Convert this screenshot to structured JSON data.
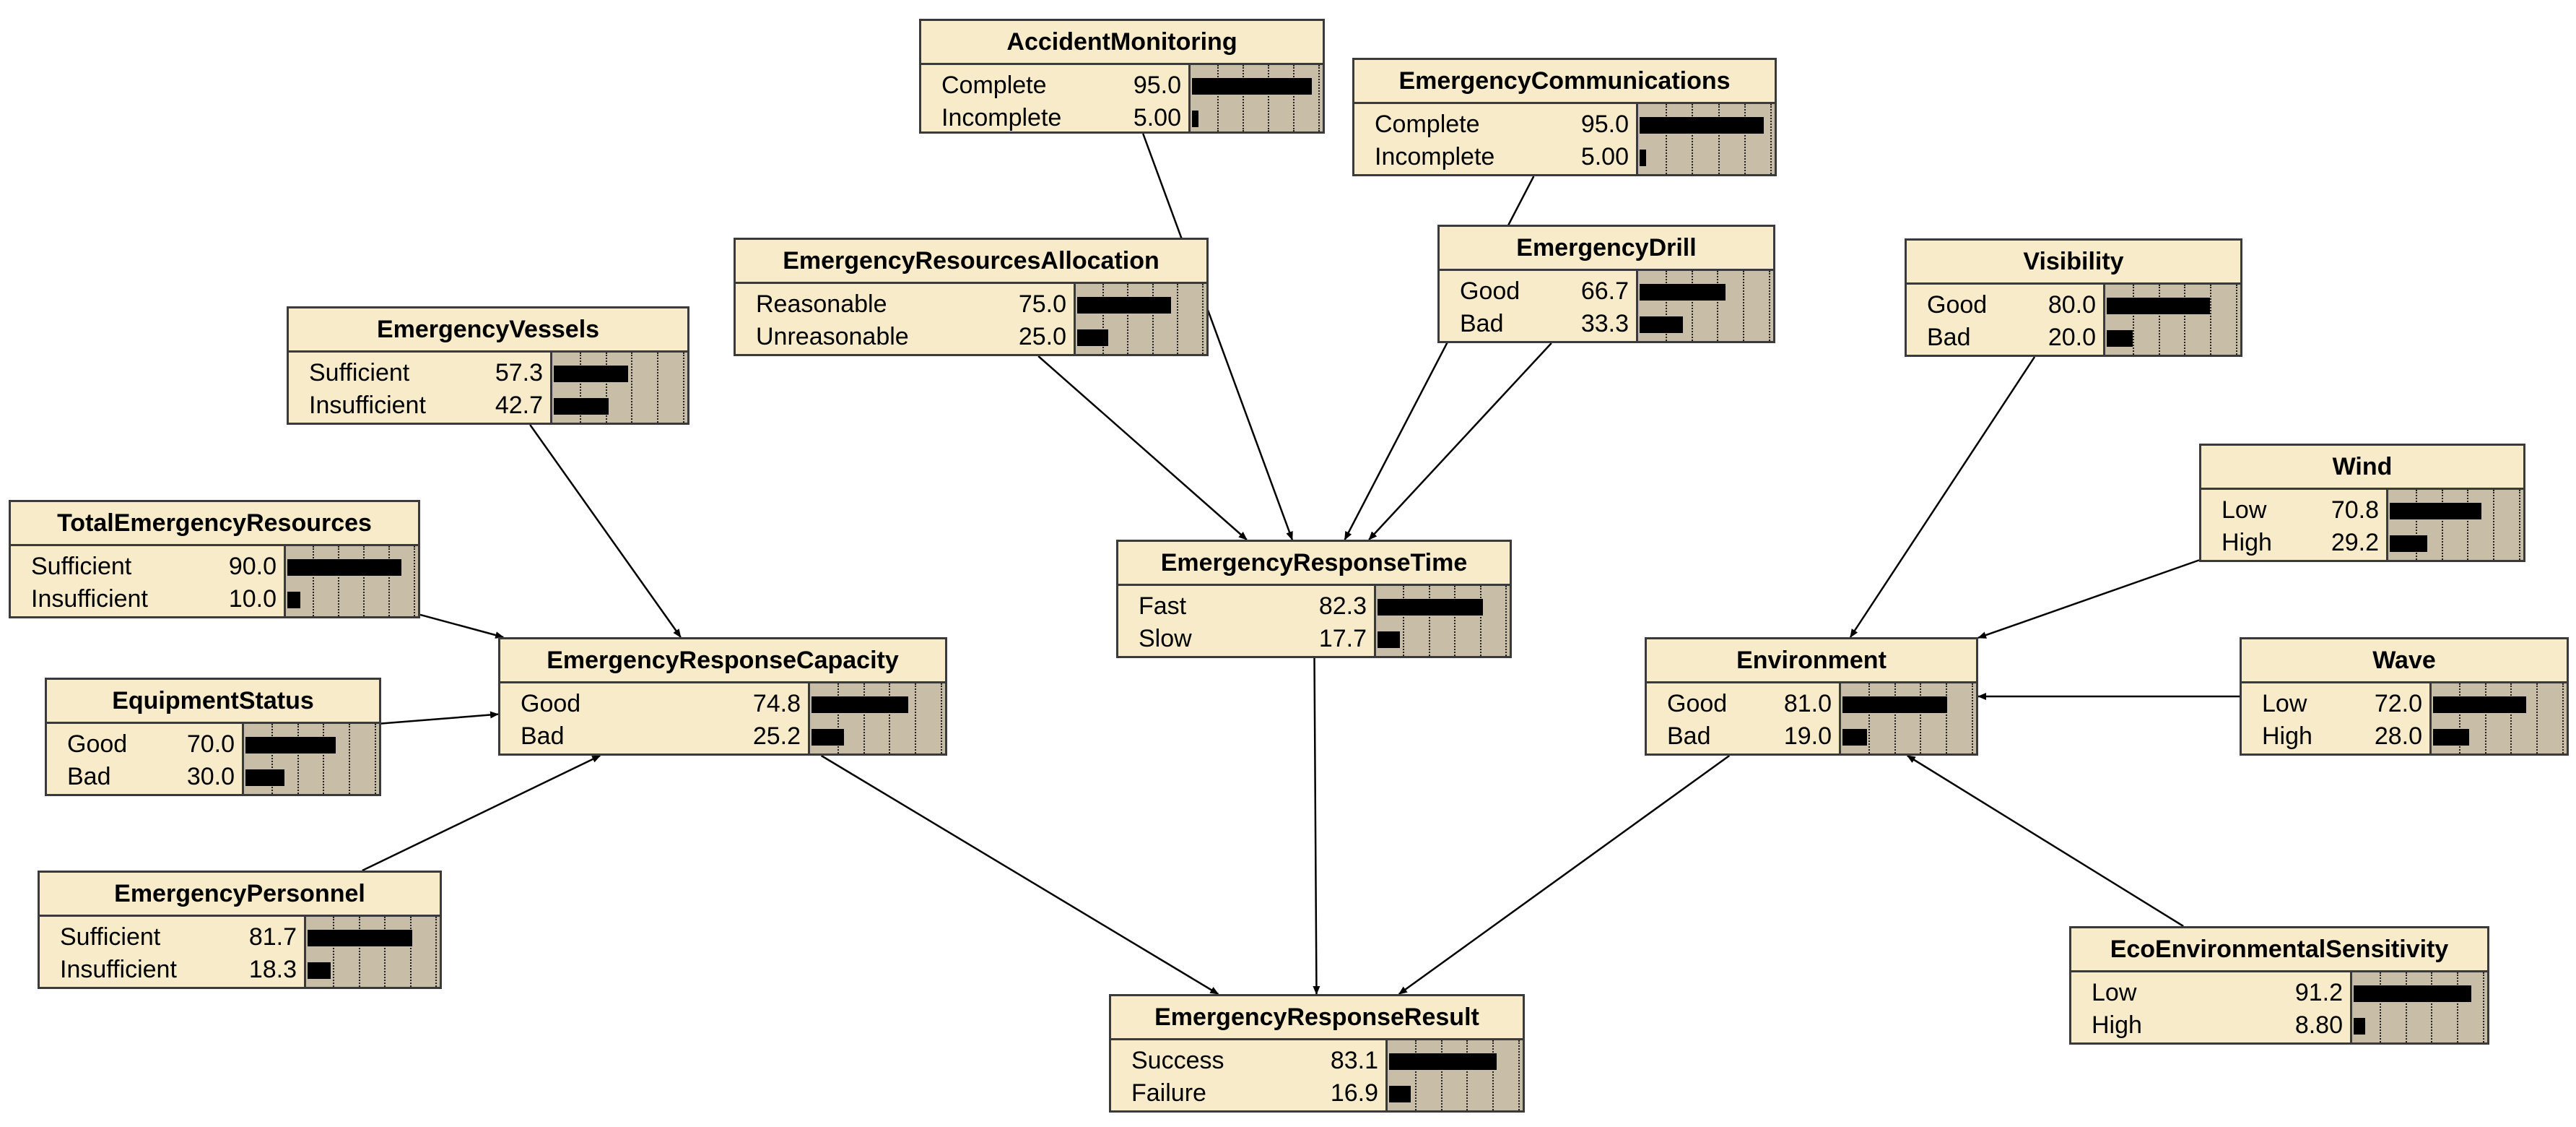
{
  "nodes": [
    {
      "id": "accident_monitoring",
      "title": "AccidentMonitoring",
      "states": [
        {
          "name": "Complete",
          "value": "95.0",
          "pct": 95.0
        },
        {
          "name": "Incomplete",
          "value": "5.00",
          "pct": 5.0
        }
      ]
    },
    {
      "id": "emergency_communications",
      "title": "EmergencyCommunications",
      "states": [
        {
          "name": "Complete",
          "value": "95.0",
          "pct": 95.0
        },
        {
          "name": "Incomplete",
          "value": "5.00",
          "pct": 5.0
        }
      ]
    },
    {
      "id": "emergency_resources_allocation",
      "title": "EmergencyResourcesAllocation",
      "states": [
        {
          "name": "Reasonable",
          "value": "75.0",
          "pct": 75.0
        },
        {
          "name": "Unreasonable",
          "value": "25.0",
          "pct": 25.0
        }
      ]
    },
    {
      "id": "emergency_drill",
      "title": "EmergencyDrill",
      "states": [
        {
          "name": "Good",
          "value": "66.7",
          "pct": 66.7
        },
        {
          "name": "Bad",
          "value": "33.3",
          "pct": 33.3
        }
      ]
    },
    {
      "id": "visibility",
      "title": "Visibility",
      "states": [
        {
          "name": "Good",
          "value": "80.0",
          "pct": 80.0
        },
        {
          "name": "Bad",
          "value": "20.0",
          "pct": 20.0
        }
      ]
    },
    {
      "id": "emergency_vessels",
      "title": "EmergencyVessels",
      "states": [
        {
          "name": "Sufficient",
          "value": "57.3",
          "pct": 57.3
        },
        {
          "name": "Insufficient",
          "value": "42.7",
          "pct": 42.7
        }
      ]
    },
    {
      "id": "total_emergency_resources",
      "title": "TotalEmergencyResources",
      "states": [
        {
          "name": "Sufficient",
          "value": "90.0",
          "pct": 90.0
        },
        {
          "name": "Insufficient",
          "value": "10.0",
          "pct": 10.0
        }
      ]
    },
    {
      "id": "wind",
      "title": "Wind",
      "states": [
        {
          "name": "Low",
          "value": "70.8",
          "pct": 70.8
        },
        {
          "name": "High",
          "value": "29.2",
          "pct": 29.2
        }
      ]
    },
    {
      "id": "emergency_response_time",
      "title": "EmergencyResponseTime",
      "states": [
        {
          "name": "Fast",
          "value": "82.3",
          "pct": 82.3
        },
        {
          "name": "Slow",
          "value": "17.7",
          "pct": 17.7
        }
      ]
    },
    {
      "id": "emergency_response_capacity",
      "title": "EmergencyResponseCapacity",
      "states": [
        {
          "name": "Good",
          "value": "74.8",
          "pct": 74.8
        },
        {
          "name": "Bad",
          "value": "25.2",
          "pct": 25.2
        }
      ]
    },
    {
      "id": "environment",
      "title": "Environment",
      "states": [
        {
          "name": "Good",
          "value": "81.0",
          "pct": 81.0
        },
        {
          "name": "Bad",
          "value": "19.0",
          "pct": 19.0
        }
      ]
    },
    {
      "id": "wave",
      "title": "Wave",
      "states": [
        {
          "name": "Low",
          "value": "72.0",
          "pct": 72.0
        },
        {
          "name": "High",
          "value": "28.0",
          "pct": 28.0
        }
      ]
    },
    {
      "id": "equipment_status",
      "title": "EquipmentStatus",
      "states": [
        {
          "name": "Good",
          "value": "70.0",
          "pct": 70.0
        },
        {
          "name": "Bad",
          "value": "30.0",
          "pct": 30.0
        }
      ]
    },
    {
      "id": "emergency_personnel",
      "title": "EmergencyPersonnel",
      "states": [
        {
          "name": "Sufficient",
          "value": "81.7",
          "pct": 81.7
        },
        {
          "name": "Insufficient",
          "value": "18.3",
          "pct": 18.3
        }
      ]
    },
    {
      "id": "eco_environmental_sensitivity",
      "title": "EcoEnvironmentalSensitivity",
      "states": [
        {
          "name": "Low",
          "value": "91.2",
          "pct": 91.2
        },
        {
          "name": "High",
          "value": "8.80",
          "pct": 8.8
        }
      ]
    },
    {
      "id": "emergency_response_result",
      "title": "EmergencyResponseResult",
      "states": [
        {
          "name": "Success",
          "value": "83.1",
          "pct": 83.1
        },
        {
          "name": "Failure",
          "value": "16.9",
          "pct": 16.9
        }
      ]
    }
  ],
  "edges": [
    {
      "from": "accident_monitoring",
      "to": "emergency_response_time"
    },
    {
      "from": "emergency_resources_allocation",
      "to": "emergency_response_time"
    },
    {
      "from": "emergency_communications",
      "to": "emergency_response_time"
    },
    {
      "from": "emergency_drill",
      "to": "emergency_response_time"
    },
    {
      "from": "emergency_vessels",
      "to": "emergency_response_capacity"
    },
    {
      "from": "total_emergency_resources",
      "to": "emergency_response_capacity"
    },
    {
      "from": "equipment_status",
      "to": "emergency_response_capacity"
    },
    {
      "from": "emergency_personnel",
      "to": "emergency_response_capacity"
    },
    {
      "from": "visibility",
      "to": "environment"
    },
    {
      "from": "wind",
      "to": "environment"
    },
    {
      "from": "wave",
      "to": "environment"
    },
    {
      "from": "eco_environmental_sensitivity",
      "to": "environment"
    },
    {
      "from": "emergency_response_capacity",
      "to": "emergency_response_result"
    },
    {
      "from": "emergency_response_time",
      "to": "emergency_response_result"
    },
    {
      "from": "environment",
      "to": "emergency_response_result"
    }
  ],
  "colors": {
    "node_fill": "#f7ebca",
    "bar_area": "#c8bda7",
    "border": "#3a3a3a",
    "bar": "#000000"
  }
}
